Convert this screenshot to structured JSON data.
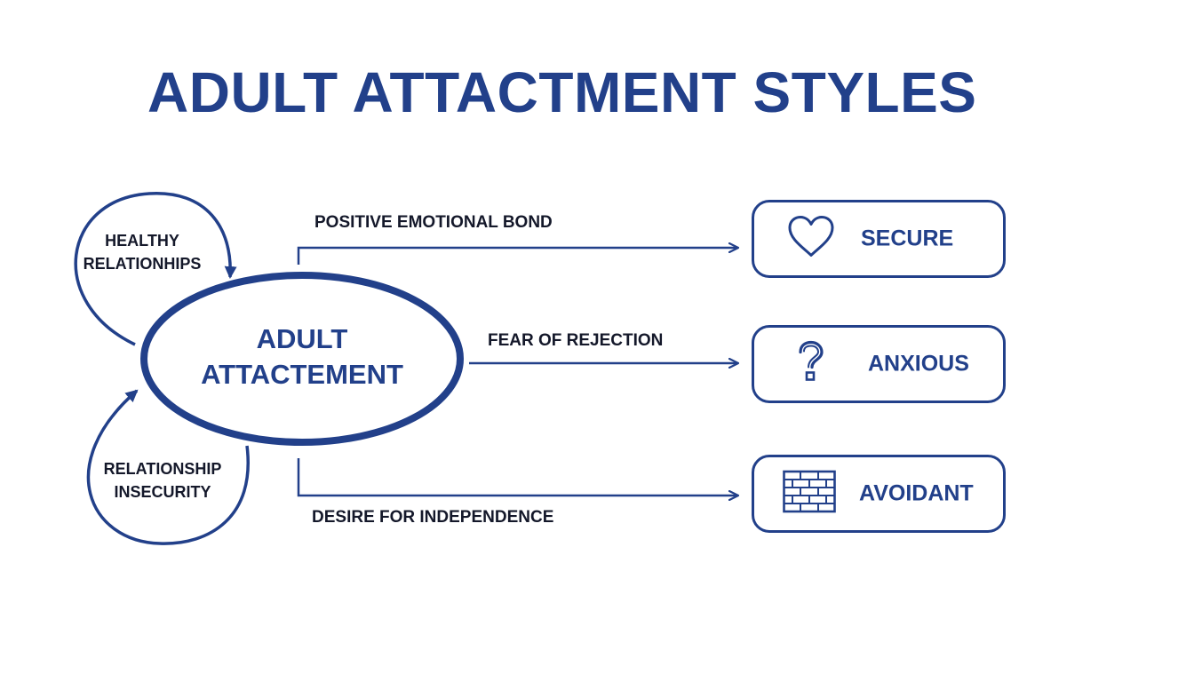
{
  "title": "ADULT ATTACTMENT STYLES",
  "center": {
    "line1": "ADULT",
    "line2": "ATTACTEMENT"
  },
  "loops": [
    {
      "line1": "HEALTHY",
      "line2": "RELATIONHIPS"
    },
    {
      "line1": "RELATIONSHIP",
      "line2": "INSECURITY"
    }
  ],
  "connections": [
    {
      "label": "POSITIVE EMOTIONAL BOND",
      "target": "SECURE"
    },
    {
      "label": "FEAR OF REJECTION",
      "target": "ANXIOUS"
    },
    {
      "label": "DESIRE FOR INDEPENDENCE",
      "target": "AVOIDANT"
    }
  ],
  "styles": [
    {
      "name": "SECURE",
      "icon": "heart-icon"
    },
    {
      "name": "ANXIOUS",
      "icon": "question-mark-icon"
    },
    {
      "name": "AVOIDANT",
      "icon": "brick-wall-icon"
    }
  ],
  "colors": {
    "primary": "#22408a",
    "text": "#14182a",
    "background": "#ffffff"
  }
}
